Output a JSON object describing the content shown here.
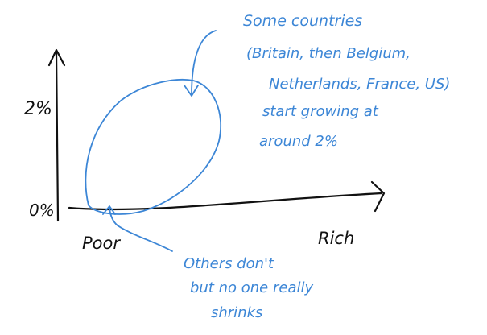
{
  "labels": {
    "y_top": "2%",
    "y_zero": "0%",
    "x_left": "Poor",
    "x_right": "Rich"
  },
  "annotations": {
    "top": [
      "Some countries",
      "(Britain, then Belgium,",
      "Netherlands, France, US)",
      "start growing at",
      "around 2%"
    ],
    "bottom": [
      "Others don't",
      "but no one really",
      "shrinks"
    ]
  },
  "colors": {
    "ink": "#111111",
    "annotation": "#3c86d6"
  }
}
